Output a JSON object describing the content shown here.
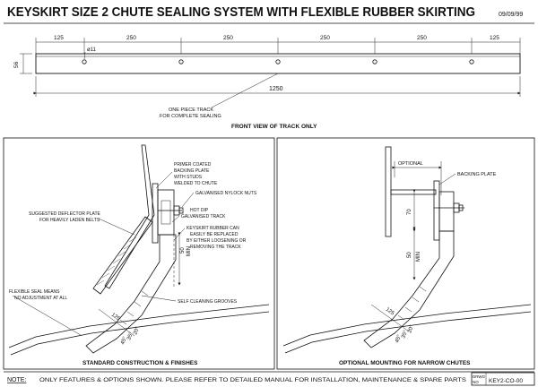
{
  "header": {
    "title": "KEYSKIRT SIZE 2 CHUTE SEALING SYSTEM WITH FLEXIBLE RUBBER SKIRTING",
    "date": "09/09/99"
  },
  "front_view": {
    "spacing_labels": [
      "125",
      "250",
      "250",
      "250",
      "250",
      "125"
    ],
    "hole_label": "ø11",
    "height_label": "56",
    "width_label": "1250",
    "callout_line1": "ONE PIECE TRACK",
    "callout_line2": "FOR COMPLETE SEALING",
    "caption": "FRONT VIEW OF TRACK ONLY"
  },
  "standard_panel": {
    "primer_note": [
      "PRIMER COATED",
      "BACKING PLATE",
      "WITH STUDS",
      "WELDED TO CHUTE"
    ],
    "nylock_note": "GALVANISED NYLOCK NUTS",
    "track_note": [
      "HOT DIP",
      "GALVANISED TRACK"
    ],
    "rubber_note": [
      "KEYSKIRT RUBBER CAN",
      "EASILY BE REPLACED",
      "BY EITHER LOOSENING OR",
      "REMOVING THE TRACK"
    ],
    "deflector_note": [
      "SUGGESTED DEFLECTOR PLATE",
      "FOR HEAVILY LADEN BELTS"
    ],
    "seal_note": [
      "FLEXIBLE SEAL MEANS",
      "NO ADJUSTMENT AT ALL"
    ],
    "grooves_note": "SELF CLEANING GROOVES",
    "dim_50": "50",
    "dim_min": "MIN",
    "dim_125": "125",
    "angle_20": "20°",
    "angle_35": "35°",
    "angle_45": "45°",
    "caption": "STANDARD CONSTRUCTION & FINISHES"
  },
  "optional_panel": {
    "optional_label": "OPTIONAL",
    "backing_label": "BACKING PLATE",
    "dim_70": "70",
    "dim_50": "50",
    "dim_min": "MIN",
    "dim_125": "125",
    "angle_20": "20°",
    "angle_35": "35°",
    "angle_45": "45°",
    "caption": "OPTIONAL MOUNTING FOR NARROW CHUTES"
  },
  "footer": {
    "note_label": "NOTE:",
    "note_text": "ONLY FEATURES & OPTIONS SHOWN.  PLEASE REFER TO DETAILED MANUAL FOR INSTALLATION, MAINTENANCE & SPARE PARTS",
    "drwg_label_1": "DRWG",
    "drwg_label_2": "NO",
    "drwg_number": "KEY2-CO-00"
  }
}
